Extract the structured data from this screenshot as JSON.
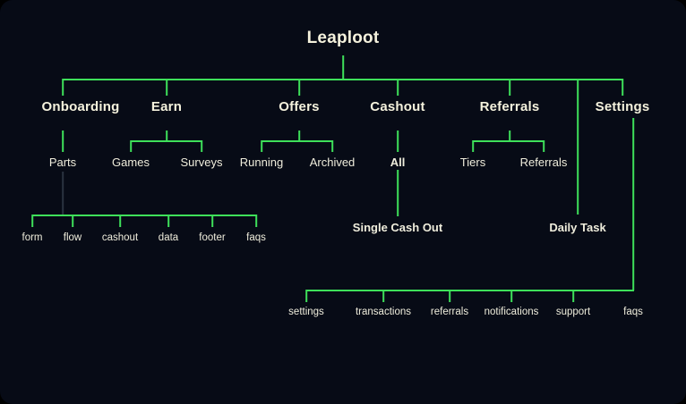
{
  "diagram": {
    "type": "sitemap-tree",
    "title": "Leaploot",
    "colors": {
      "background": "#070b16",
      "page": "#000000",
      "connector": "#3ee05a",
      "connector_muted": "#2a3340",
      "text": "#f5f2dd"
    },
    "root": {
      "label": "Leaploot"
    },
    "level1": [
      {
        "label": "Onboarding"
      },
      {
        "label": "Earn"
      },
      {
        "label": "Offers"
      },
      {
        "label": "Cashout"
      },
      {
        "label": "Referrals"
      },
      {
        "label": "Settings"
      }
    ],
    "level2": [
      {
        "label": "Parts",
        "parent": "Onboarding"
      },
      {
        "label": "Games",
        "parent": "Earn"
      },
      {
        "label": "Surveys",
        "parent": "Earn"
      },
      {
        "label": "Running",
        "parent": "Offers"
      },
      {
        "label": "Archived",
        "parent": "Offers"
      },
      {
        "label": "All",
        "parent": "Cashout"
      },
      {
        "label": "Tiers",
        "parent": "Referrals"
      },
      {
        "label": "Referrals",
        "parent": "Referrals"
      }
    ],
    "level3": [
      {
        "label": "Single Cash Out",
        "parent": "All"
      },
      {
        "label": "Daily Task",
        "parent": "Referrals"
      }
    ],
    "onboarding_leaves": [
      {
        "label": "form"
      },
      {
        "label": "flow"
      },
      {
        "label": "cashout"
      },
      {
        "label": "data"
      },
      {
        "label": "footer"
      },
      {
        "label": "faqs"
      }
    ],
    "settings_leaves": [
      {
        "label": "settings"
      },
      {
        "label": "transactions"
      },
      {
        "label": "referrals"
      },
      {
        "label": "notifications"
      },
      {
        "label": "support"
      },
      {
        "label": "faqs"
      }
    ]
  }
}
